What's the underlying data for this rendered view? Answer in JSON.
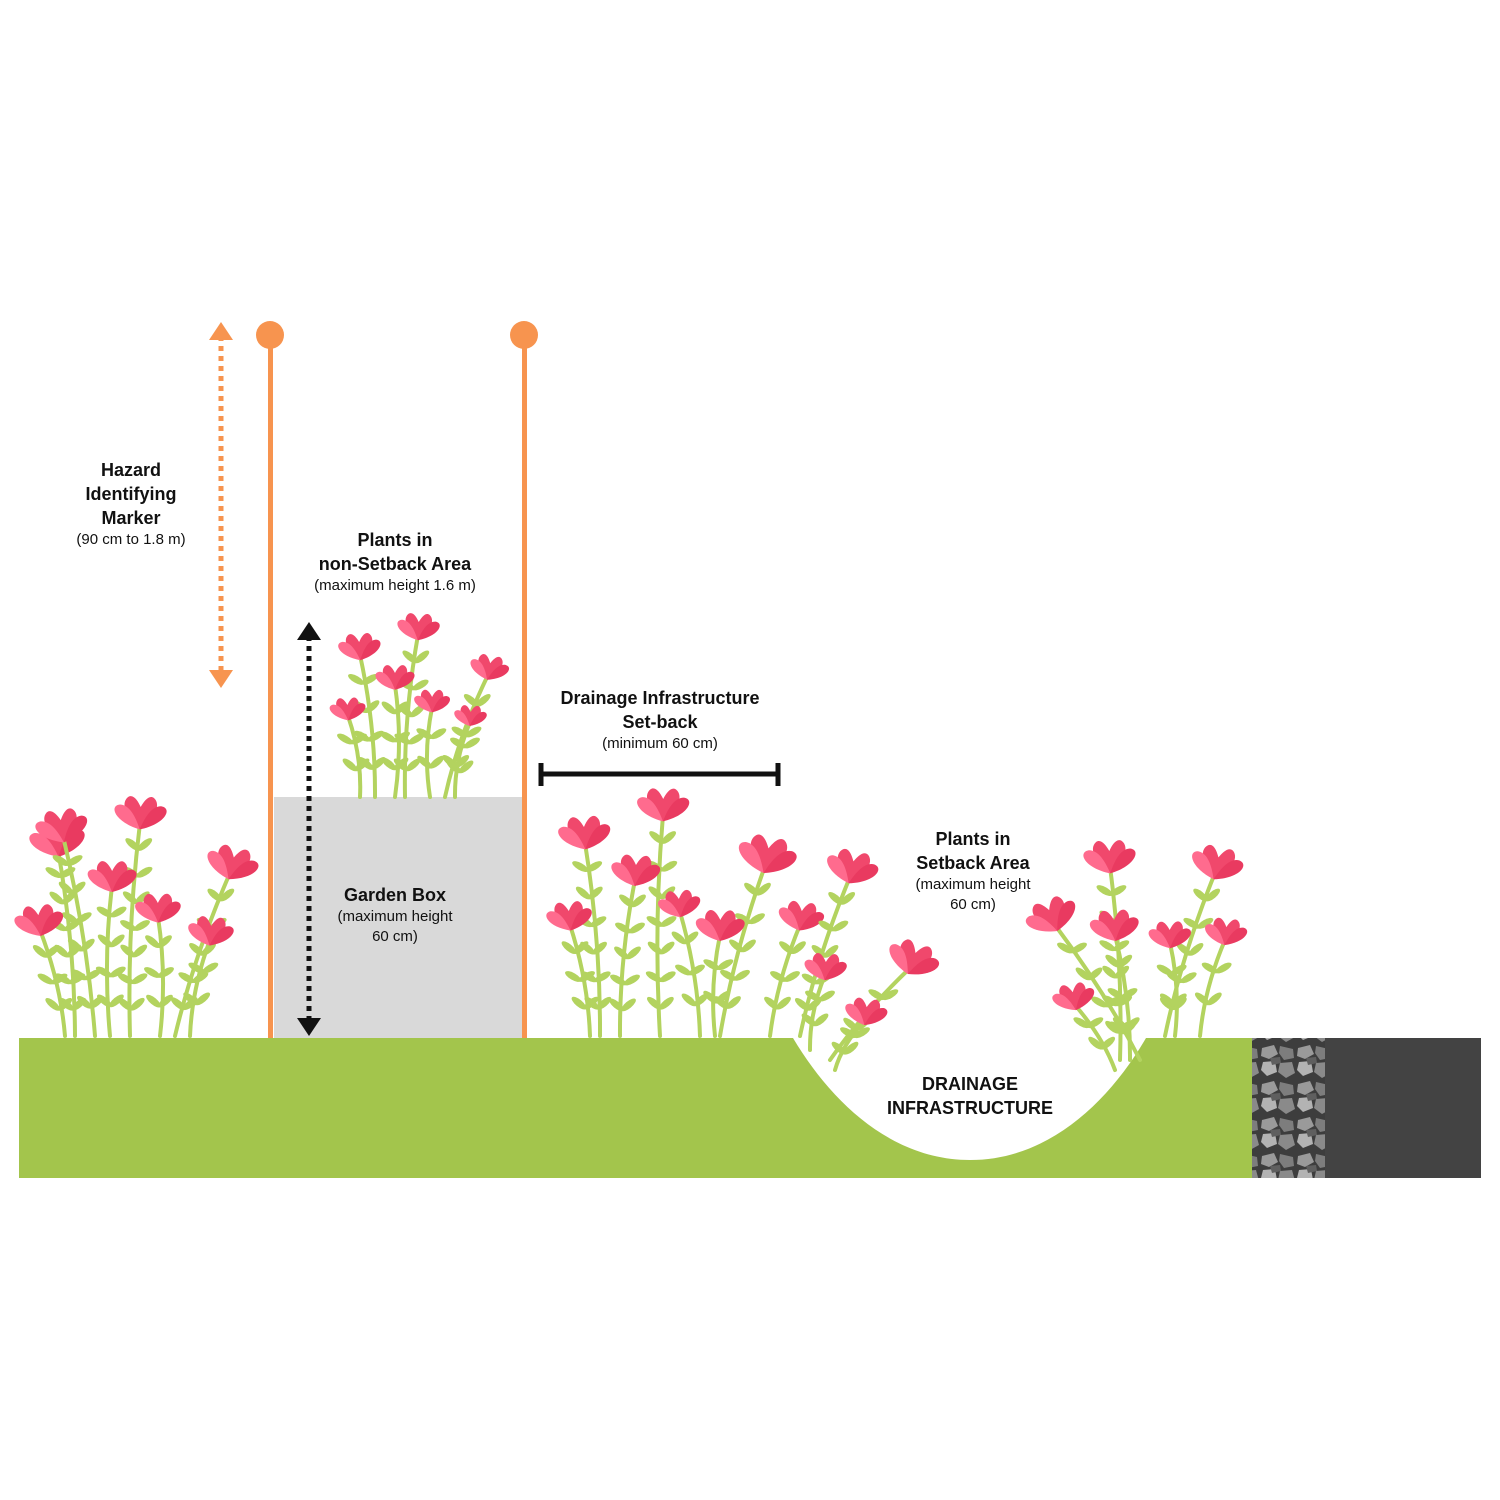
{
  "colors": {
    "ground": "#a3c54c",
    "marker": "#f7944f",
    "garden_box": "#d9d9d9",
    "petal": "#f0486c",
    "petal_light": "#ff6b8e",
    "stem": "#b3d35f",
    "asphalt": "#434343",
    "gravel": "#6f6f6f",
    "text": "#111111"
  },
  "labels": {
    "hazard": {
      "title_lines": [
        "Hazard",
        "Identifying",
        "Marker"
      ],
      "sub_lines": [
        "(90 cm to 1.8 m)"
      ]
    },
    "plants_non_setback": {
      "title_lines": [
        "Plants in",
        "non-Setback Area"
      ],
      "sub_lines": [
        "(maximum height 1.6 m)"
      ]
    },
    "garden_box": {
      "title_lines": [
        "Garden Box"
      ],
      "sub_lines": [
        "(maximum height",
        "60 cm)"
      ]
    },
    "drainage_setback": {
      "title_lines": [
        "Drainage Infrastructure",
        "Set-back"
      ],
      "sub_lines": [
        "(minimum 60 cm)"
      ]
    },
    "plants_setback": {
      "title_lines": [
        "Plants in",
        "Setback Area"
      ],
      "sub_lines": [
        "(maximum height",
        "60 cm)"
      ]
    },
    "drainage": {
      "title_lines": [
        "DRAINAGE",
        "INFRASTRUCTURE"
      ],
      "sub_lines": []
    }
  },
  "icons": [
    "flower-plant-icon",
    "double-arrow-icon",
    "gravel-icon"
  ]
}
